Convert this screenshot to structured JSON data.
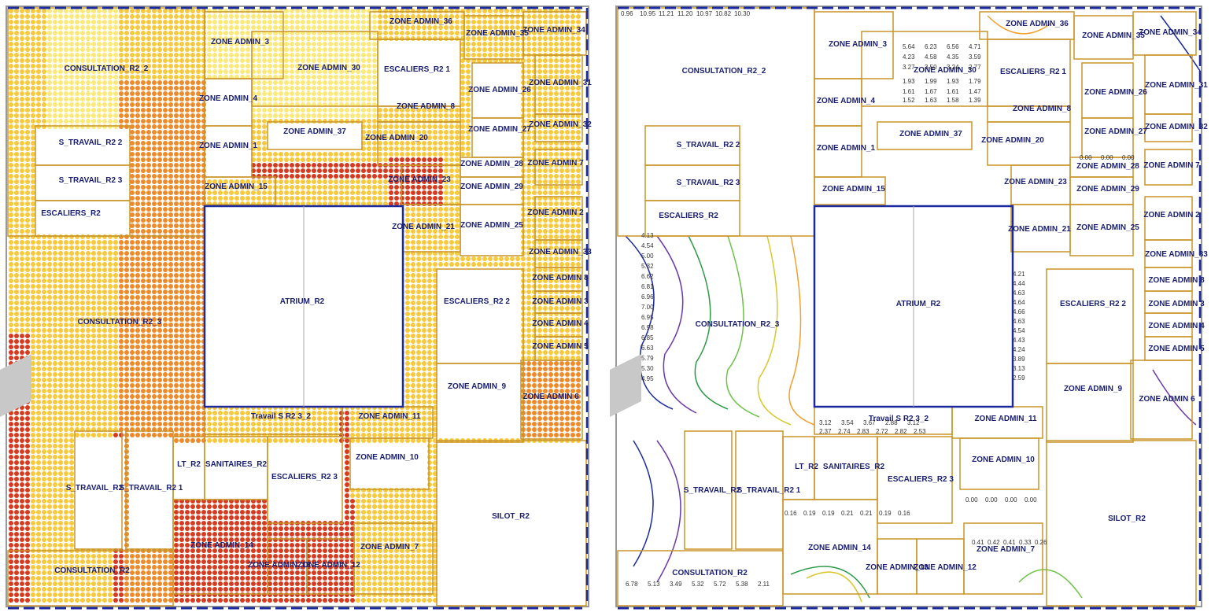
{
  "colors": {
    "heat_high": "#d63a1f",
    "heat_mid": "#ee8a2a",
    "heat_low": "#f8c93c",
    "heat_lowest": "#fbe97a",
    "wall_blue": "#1b2a9c",
    "room_line": "#c9952a",
    "label_text": "#1a1f6e",
    "contour_colors": [
      "#1b2a9c",
      "#6a3aa8",
      "#2e9a48",
      "#6ec24a",
      "#d8c82a",
      "#f0a030"
    ]
  },
  "left_labels": [
    "CONSULTATION_R2_2",
    "S_TRAVAIL_R2 2",
    "S_TRAVAIL_R2 3",
    "ESCALIERS_R2",
    "CONSULTATION_R2_3",
    "ZONE ADMIN_3",
    "ZONE ADMIN_4",
    "ZONE ADMIN_1",
    "ZONE ADMIN_15",
    "ZONE ADMIN_30",
    "ZONE ADMIN_37",
    "ZONE ADMIN_36",
    "ZONE ADMIN_35",
    "ZONE ADMIN_34",
    "ESCALIERS_R2 1",
    "ZONE ADMIN_8",
    "ZONE ADMIN_20",
    "ZONE ADMIN_26",
    "ZONE ADMIN_27",
    "ZONE ADMIN_28",
    "ZONE ADMIN_29",
    "ZONE ADMIN_25",
    "ZONE ADMIN_21",
    "ZONE ADMIN_23",
    "ZONE ADMIN_31",
    "ZONE ADMIN_32",
    "ZONE ADMIN 7",
    "ZONE ADMIN 2",
    "ZONE ADMIN_33",
    "ZONE ADMIN 8",
    "ZONE ADMIN 3",
    "ZONE ADMIN 4",
    "ZONE ADMIN 5",
    "ZONE ADMIN 6",
    "ATRIUM_R2",
    "ESCALIERS_R2 2",
    "ZONE ADMIN_9",
    "Travail S R2 3_2",
    "ZONE ADMIN_11",
    "ZONE ADMIN_10",
    "LT_R2",
    "SANITAIRES_R2",
    "ESCALIERS_R2 3",
    "S_TRAVAIL_R2",
    "S_TRAVAIL_R2 1",
    "ZONE ADMIN_14",
    "ZONE ADMIN_13",
    "ZONE ADMIN_12",
    "ZONE ADMIN_7",
    "CONSULTATION_R2",
    "SILOT_R2"
  ],
  "right_labels": [
    "CONSULTATION_R2_2",
    "S_TRAVAIL_R2 2",
    "S_TRAVAIL_R2 3",
    "ESCALIERS_R2",
    "CONSULTATION_R2_3",
    "ZONE ADMIN_3",
    "ZONE ADMIN_4",
    "ZONE ADMIN_1",
    "ZONE ADMIN_15",
    "ZONE ADMIN_30",
    "ZONE ADMIN_37",
    "ZONE ADMIN_36",
    "ZONE ADMIN_35",
    "ZONE ADMIN_34",
    "ESCALIERS_R2 1",
    "ZONE ADMIN_8",
    "ZONE ADMIN_20",
    "ZONE ADMIN_26",
    "ZONE ADMIN_27",
    "ZONE ADMIN_28",
    "ZONE ADMIN_29",
    "ZONE ADMIN_25",
    "ZONE ADMIN_21",
    "ZONE ADMIN_23",
    "ZONE ADMIN_31",
    "ZONE ADMIN_32",
    "ZONE ADMIN 7",
    "ZONE ADMIN 2",
    "ZONE ADMIN_33",
    "ZONE ADMIN 8",
    "ZONE ADMIN 3",
    "ZONE ADMIN 4",
    "ZONE ADMIN 5",
    "ZONE ADMIN 6",
    "ATRIUM_R2",
    "ESCALIERS_R2 2",
    "ZONE ADMIN_9",
    "Travail S R2 3_2",
    "ZONE ADMIN_11",
    "ZONE ADMIN_10",
    "LT_R2",
    "SANITAIRES_R2",
    "ESCALIERS_R2 3",
    "S_TRAVAIL_R2",
    "S_TRAVAIL_R2 1",
    "ZONE ADMIN_14",
    "ZONE ADMIN_13",
    "ZONE ADMIN_12",
    "ZONE ADMIN_7",
    "CONSULTATION_R2",
    "SILOT_R2"
  ],
  "sample_values": {
    "consultation_r2_2_top": [
      "0.96",
      "10.95",
      "11.21",
      "11.20",
      "10.97",
      "10.82",
      "10.30"
    ],
    "zone_admin_30_row1": [
      "5.64",
      "6.23",
      "6.56",
      "4.71"
    ],
    "zone_admin_30_row2": [
      "4.23",
      "4.58",
      "4.35",
      "3.59"
    ],
    "zone_admin_30_row3": [
      "3.27",
      "3.50",
      "3.24",
      "2.77"
    ],
    "zone_admin_30_row4": [
      "1.93",
      "1.99",
      "1.93",
      "1.79"
    ],
    "zone_admin_30_row5": [
      "1.61",
      "1.67",
      "1.61",
      "1.47"
    ],
    "zone_admin_30_row6": [
      "1.52",
      "1.63",
      "1.58",
      "1.39"
    ],
    "zone_admin_28_grid": [
      "0.00",
      "0.00",
      "0.00"
    ],
    "zone_admin_10_grid": [
      "0.00",
      "0.00",
      "0.00",
      "0.00"
    ],
    "consultation_r2_3_col": [
      "4.13",
      "4.54",
      "5.00",
      "5.32",
      "6.62",
      "6.81",
      "6.96",
      "7.00",
      "6.95",
      "6.98",
      "6.85",
      "6.63",
      "5.79",
      "5.30",
      "4.95"
    ],
    "travail_s_r2_row": [
      "3.12",
      "3.54",
      "3.67",
      "2.88",
      "3.12"
    ],
    "travail_s_r2_row2": [
      "2.37",
      "2.74",
      "2.83",
      "2.72",
      "2.82",
      "2.53"
    ],
    "escaliers_r2_2_col": [
      "4.21",
      "4.44",
      "4.63",
      "4.64",
      "4.66",
      "4.63",
      "4.54",
      "4.43",
      "4.24",
      "3.89",
      "3.13",
      "2.59"
    ],
    "consultation_r2_bottom": [
      "6.78",
      "5.13",
      "3.49",
      "5.32",
      "5.72",
      "5.38",
      "2.11"
    ],
    "zone_admin_14_row": [
      "0.16",
      "0.19",
      "0.19",
      "0.21",
      "0.21",
      "0.19",
      "0.16"
    ],
    "zone_admin_7_vals": [
      "0.41",
      "0.42",
      "0.41",
      "0.33",
      "0.26"
    ]
  }
}
